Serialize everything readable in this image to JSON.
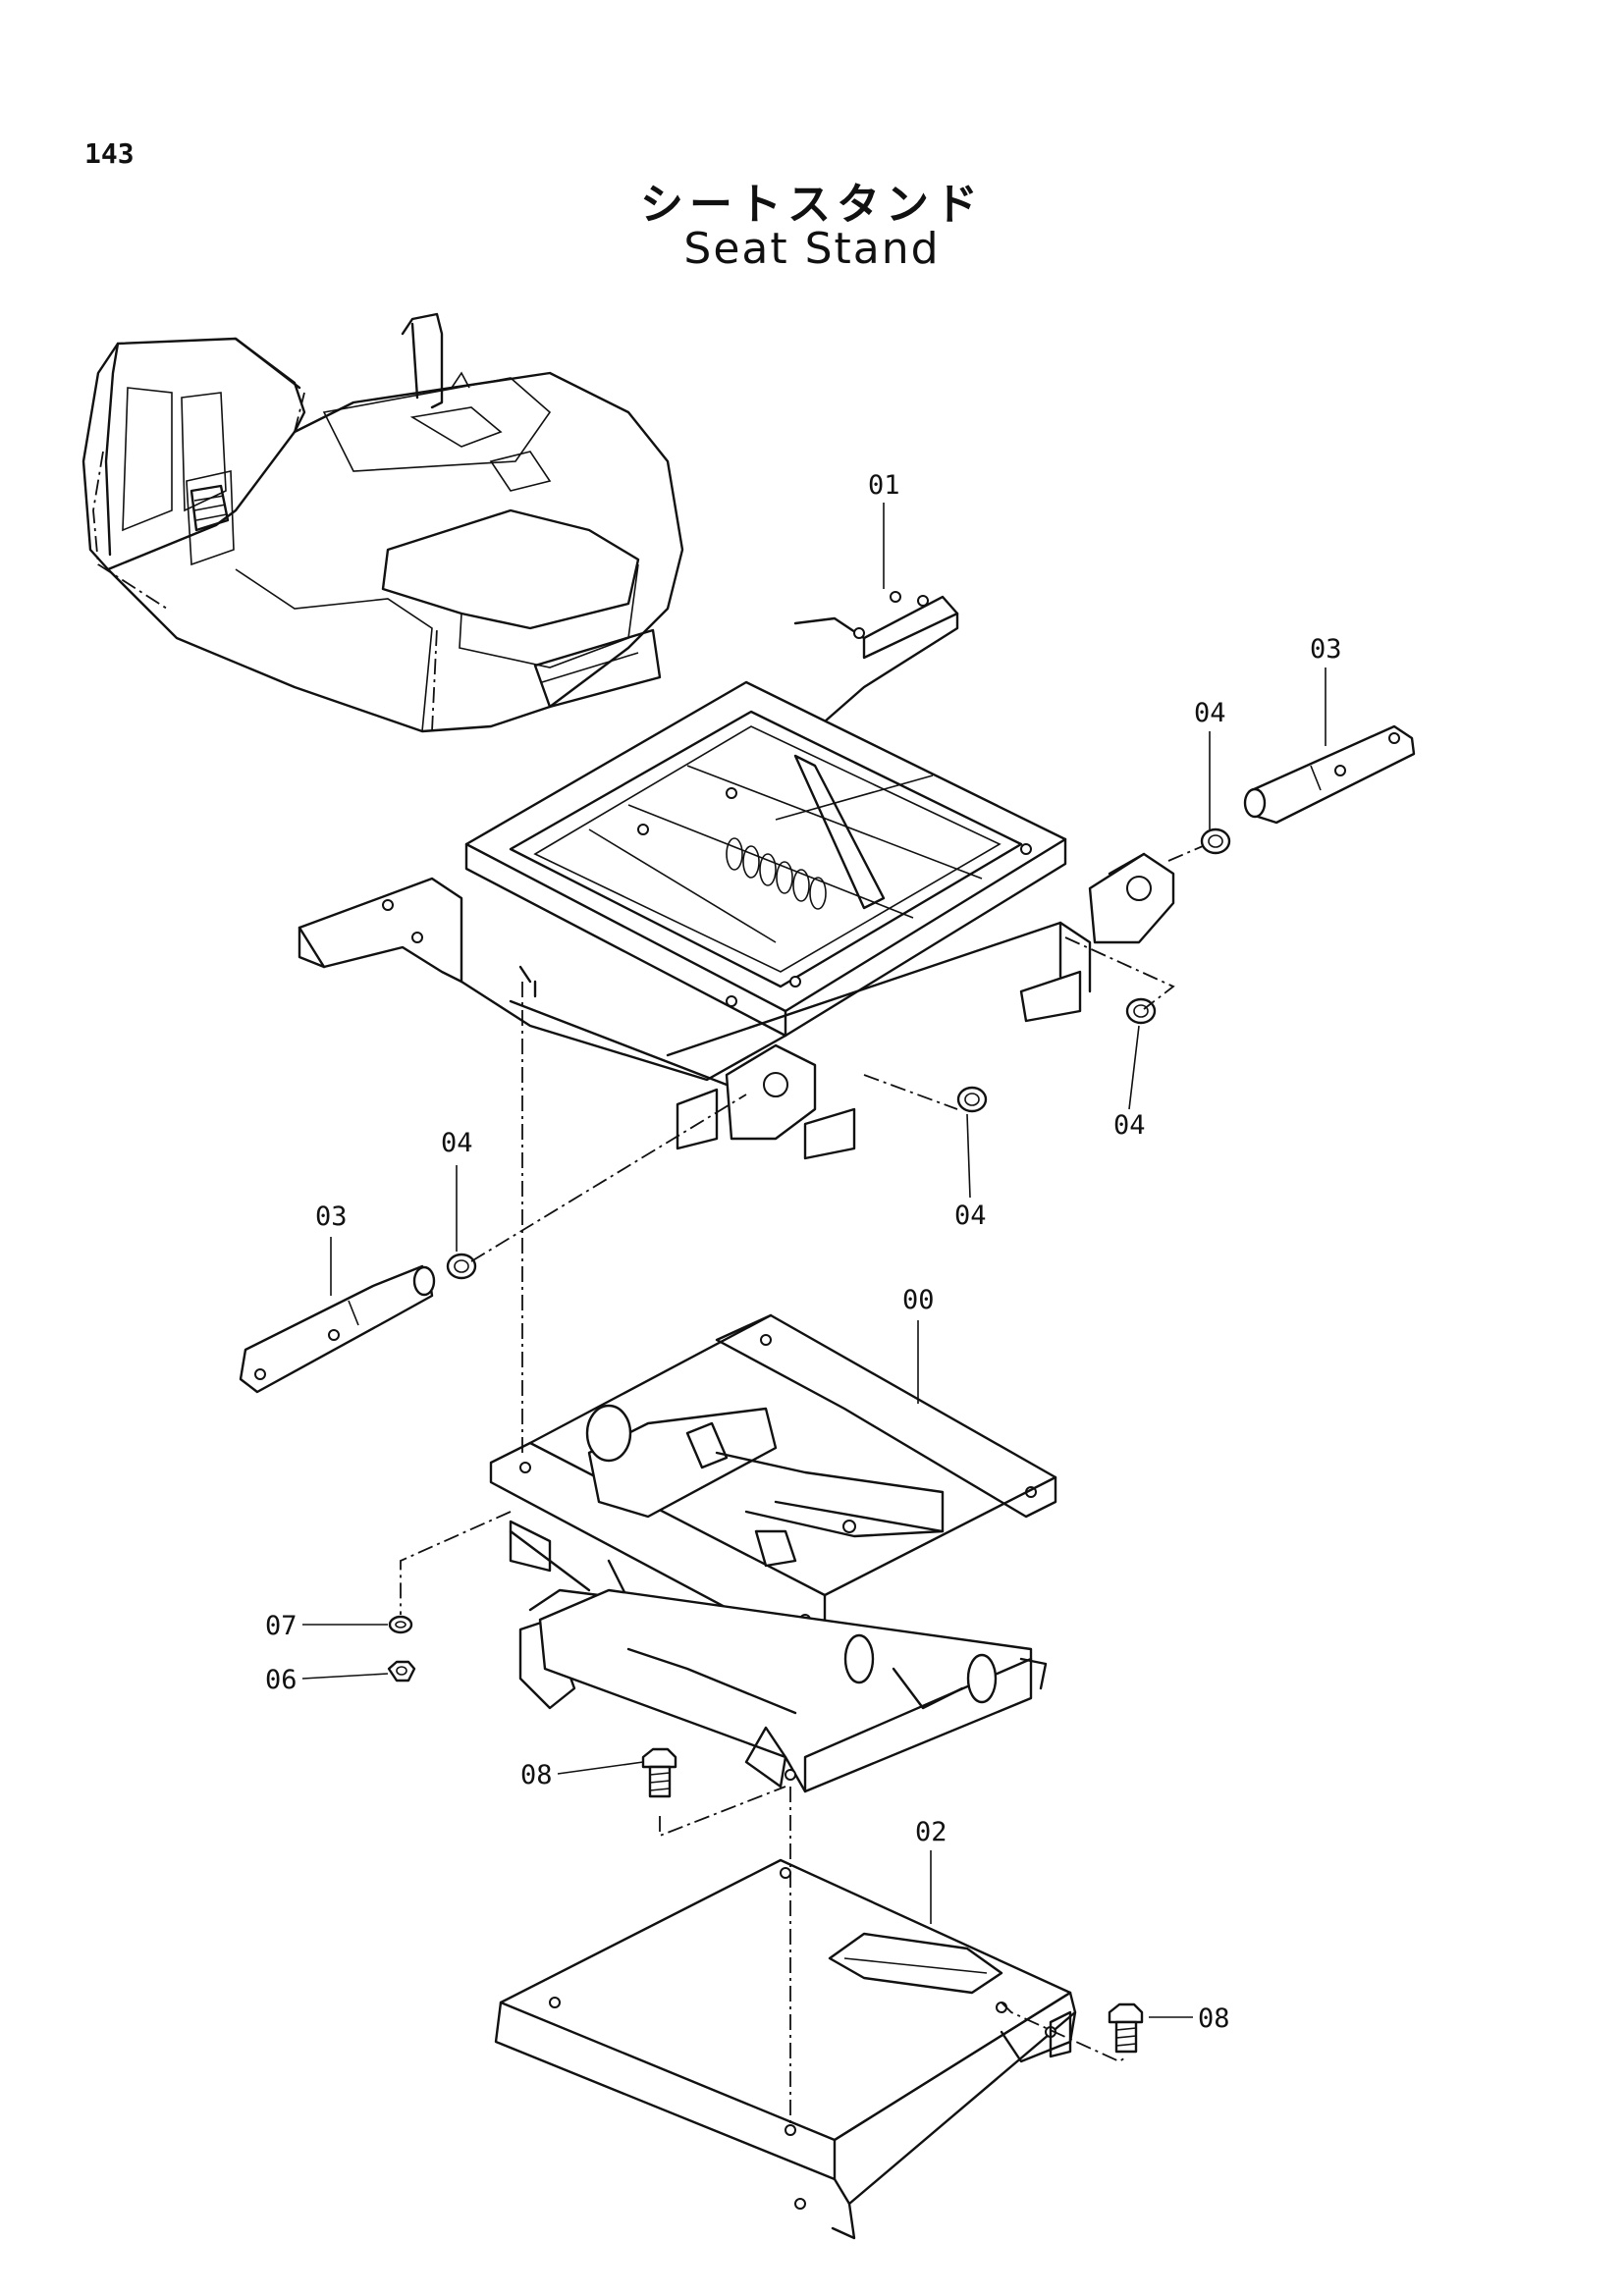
{
  "page_number": "143",
  "title_ja": "シートスタンド",
  "title_en": "Seat Stand",
  "parts": [
    {
      "no": "01"
    },
    {
      "no": "03"
    },
    {
      "no": "04"
    },
    {
      "no": "04"
    },
    {
      "no": "04"
    },
    {
      "no": "04"
    },
    {
      "no": "03"
    },
    {
      "no": "00"
    },
    {
      "no": "07"
    },
    {
      "no": "06"
    },
    {
      "no": "08"
    },
    {
      "no": "02"
    },
    {
      "no": "08"
    }
  ]
}
